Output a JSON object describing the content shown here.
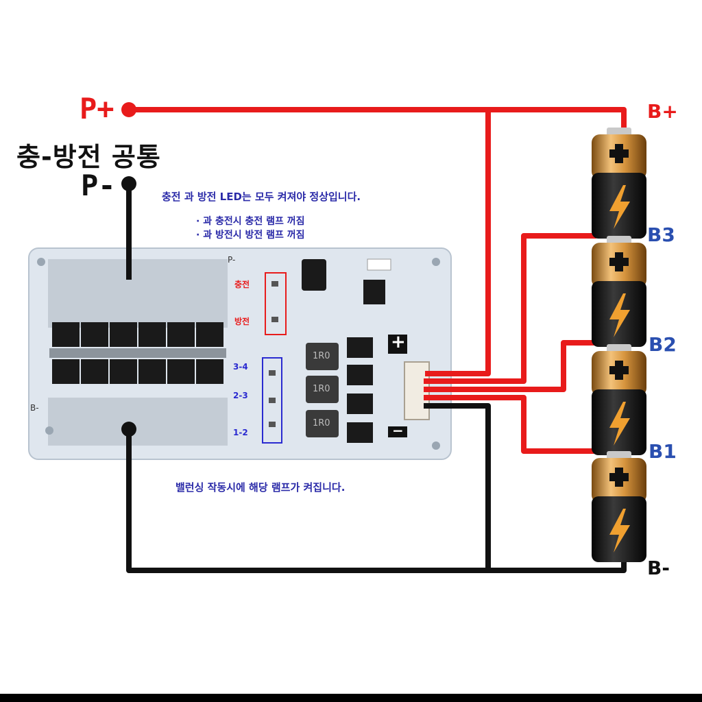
{
  "labels": {
    "p_plus": "P+",
    "p_minus": "P-",
    "common_title": "충-방전 공통",
    "b_plus": "B+",
    "b3": "B3",
    "b2": "B2",
    "b1": "B1",
    "b_minus": "B-"
  },
  "notes": {
    "led_normal": "충전 과 방전 LED는 모두 켜져야 정상입니다.",
    "overcharge": "· 과 충전시 충전 램프 꺼짐",
    "overdischarge": "· 과 방전시 방전 램프 꺼짐",
    "balancing": "밸런싱 작동시에 해당 램프가 켜집니다."
  },
  "pcb": {
    "p_minus_pad": "P-",
    "b_minus_pad": "B-",
    "charge_led": "충전",
    "discharge_led": "방전",
    "bal_34": "3-4",
    "bal_23": "2-3",
    "bal_12": "1-2",
    "inductor": "1R0",
    "plus_sign": "+",
    "minus_sign": "−"
  },
  "colors": {
    "positive_wire": "#e81b1b",
    "negative_wire": "#111111",
    "pcb": "#dfe6ee",
    "note_text": "#2a2aa8",
    "node_label_blue": "#2a4fb0"
  },
  "icons": {
    "battery": "battery-cell-icon",
    "bolt": "lightning-bolt-icon"
  }
}
